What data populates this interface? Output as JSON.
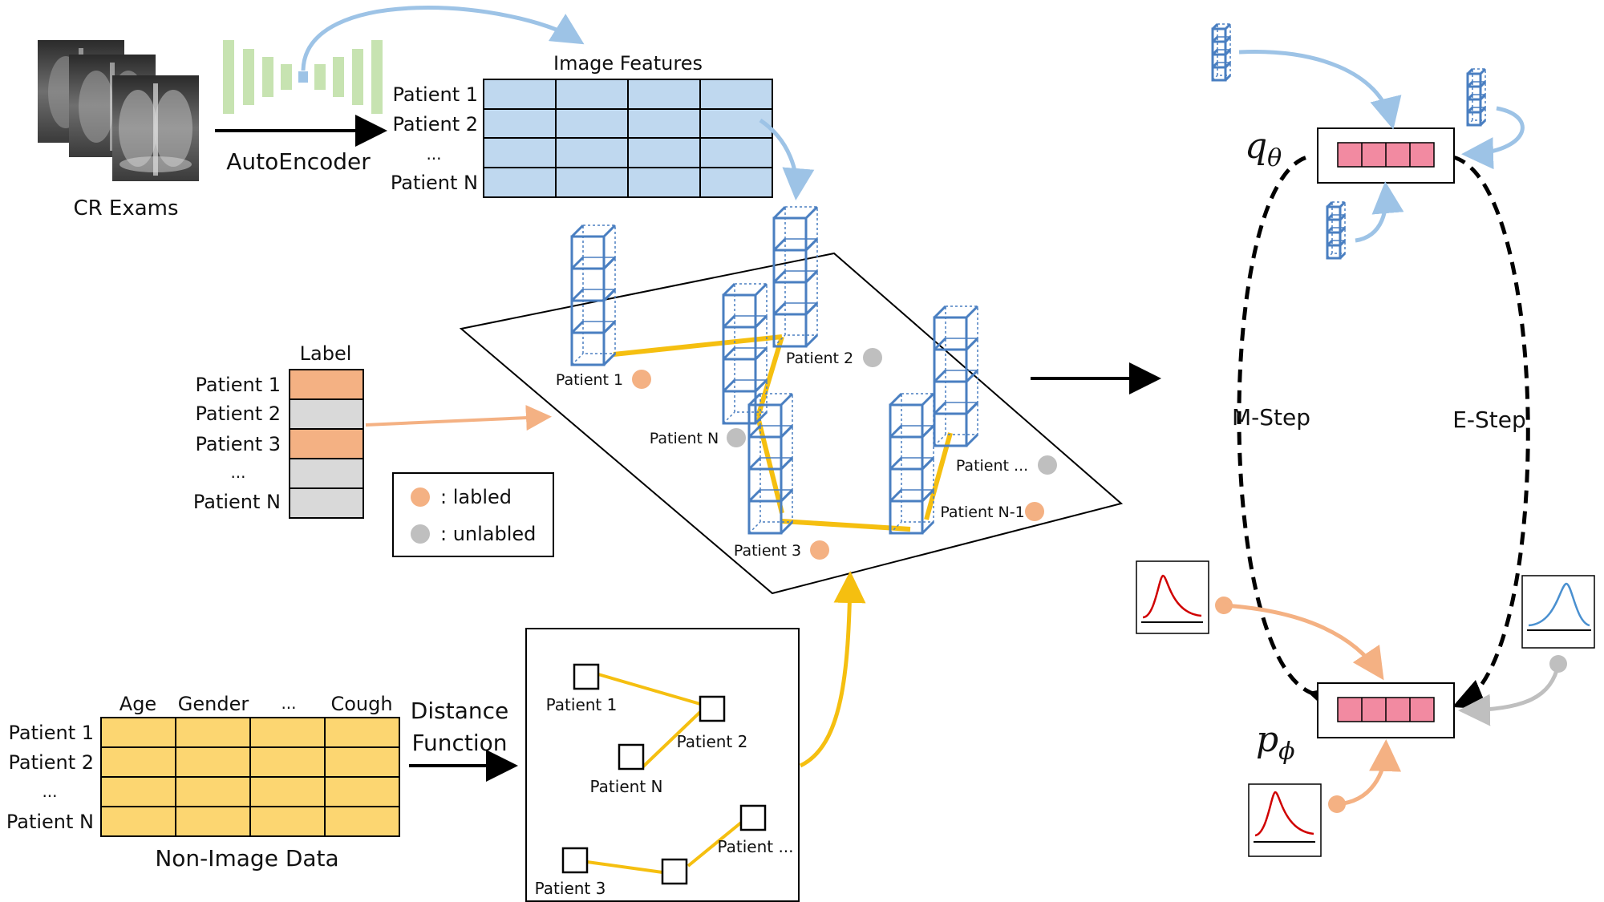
{
  "colors": {
    "blue_feature": "#bfd8ef",
    "blue_edge": "#4a7fc1",
    "yellow_data": "#fcd671",
    "yellow_edge": "#f5bf10",
    "orange_label": "#f4b183",
    "gray_label": "#d9d9d9",
    "green_ae": "#c7e3b1",
    "pink_latent": "#f28aa1",
    "arrow_blue": "#9dc3e6",
    "arrow_orange": "#f4b183",
    "arrow_gray": "#bfbfbf",
    "curve_red": "#d00000",
    "curve_blue": "#4a90d0"
  },
  "top": {
    "cr_exams": "CR Exams",
    "autoencoder": "AutoEncoder",
    "image_features": "Image Features",
    "rows": [
      "Patient 1",
      "Patient 2",
      "...",
      "Patient N"
    ]
  },
  "label_table": {
    "header": "Label",
    "rows": [
      "Patient 1",
      "Patient 2",
      "Patient 3",
      "...",
      "Patient N"
    ]
  },
  "legend": {
    "labeled": ": labled",
    "unlabeled": ": unlabled"
  },
  "graph": {
    "nodes": [
      "Patient 1",
      "Patient 2",
      "Patient N",
      "Patient 3",
      "Patient ...",
      "Patient N-1"
    ]
  },
  "non_image": {
    "columns": [
      "Age",
      "Gender",
      "...",
      "Cough"
    ],
    "rows": [
      "Patient 1",
      "Patient 2",
      "...",
      "Patient N"
    ],
    "caption": "Non-Image Data",
    "distance_line1": "Distance",
    "distance_line2": "Function"
  },
  "small_graph": {
    "nodes": [
      "Patient 1",
      "Patient 2",
      "Patient N",
      "Patient 3",
      "Patient ..."
    ]
  },
  "em": {
    "q_base": "q",
    "q_sub": "θ",
    "p_base": "p",
    "p_sub": "ϕ",
    "m_step": "M-Step",
    "e_step": "E-Step"
  }
}
